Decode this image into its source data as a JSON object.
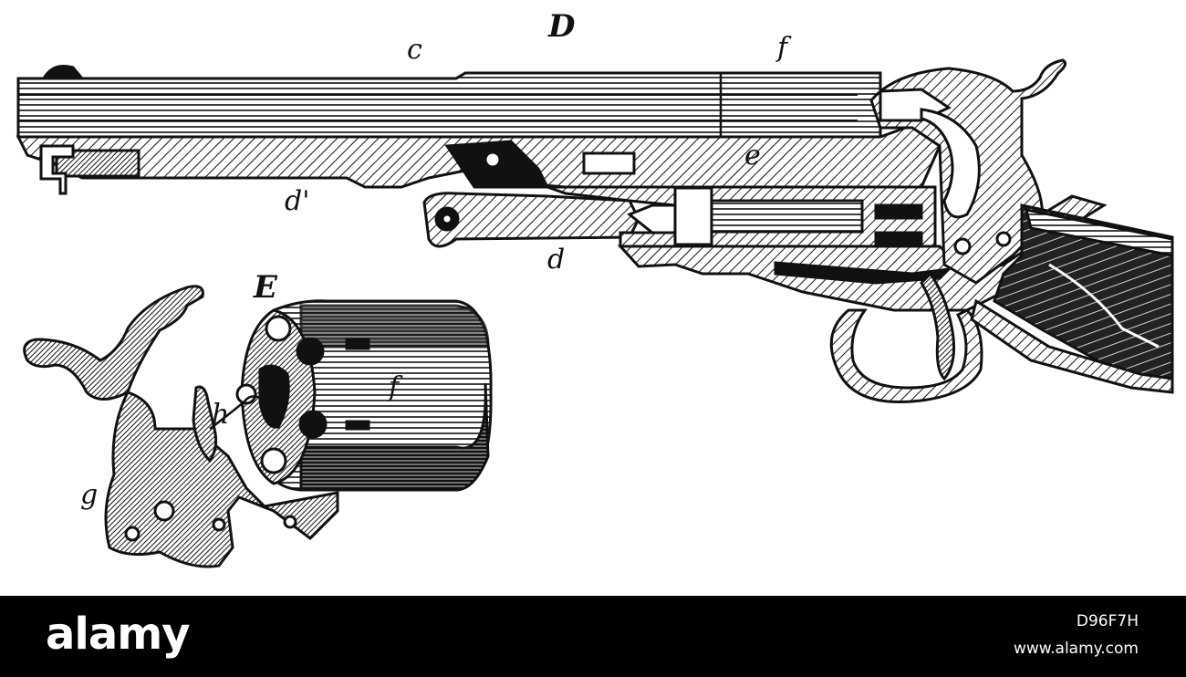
{
  "labels": {
    "D": "D",
    "E": "E",
    "c": "c",
    "f_top": "f",
    "e": "e",
    "d_prime": "d'",
    "d": "d",
    "f_cyl": "f",
    "h": "h",
    "g": "g"
  },
  "watermark": {
    "brand": "alamy",
    "image_id": "D96F7H",
    "site": "www.alamy.com"
  },
  "colors": {
    "ink": "#111111",
    "paper": "#ffffff",
    "footer": "#000000"
  }
}
